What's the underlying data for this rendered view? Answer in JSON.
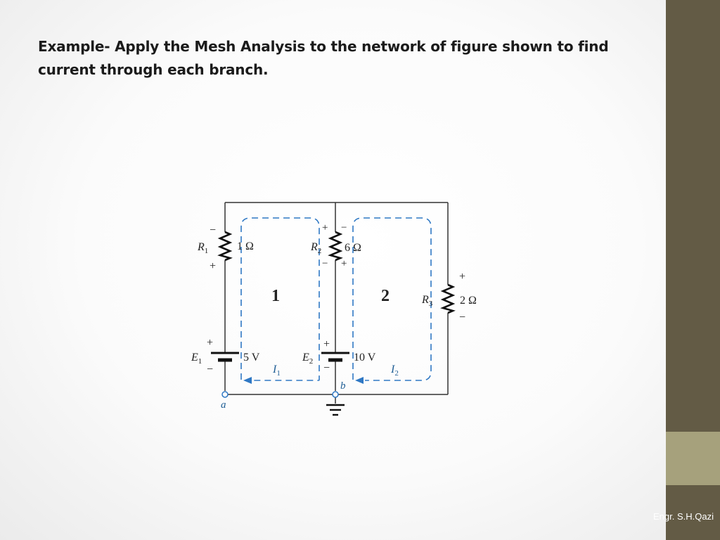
{
  "slide": {
    "title": "Example- Apply the Mesh Analysis to the network of figure shown to find current through each branch.",
    "footer": "Engr. S.H.Qazi"
  },
  "colors": {
    "sidebar_dark": "#635b45",
    "sidebar_light": "#a6a17c",
    "wire": "#333333",
    "mesh_loop": "#2f78c4"
  },
  "circuit": {
    "r1": {
      "name": "R",
      "sub": "1",
      "value": "1 Ω",
      "top_sign": "−",
      "bottom_sign": "+"
    },
    "r2": {
      "name": "R",
      "sub": "2",
      "value": "6 Ω",
      "top_sign_left": "+",
      "top_sign_right": "−",
      "bottom_sign_left": "−",
      "bottom_sign_right": "+"
    },
    "r3": {
      "name": "R",
      "sub": "3",
      "value": "2 Ω",
      "top_sign": "+",
      "bottom_sign": "−"
    },
    "e1": {
      "name": "E",
      "sub": "1",
      "value": "5 V",
      "top_sign": "+",
      "bottom_sign": "−"
    },
    "e2": {
      "name": "E",
      "sub": "2",
      "value": "10 V",
      "top_sign": "+",
      "bottom_sign": "−"
    },
    "mesh1": "1",
    "mesh2": "2",
    "i1": {
      "name": "I",
      "sub": "1"
    },
    "i2": {
      "name": "I",
      "sub": "2"
    },
    "node_a": "a",
    "node_b": "b"
  }
}
